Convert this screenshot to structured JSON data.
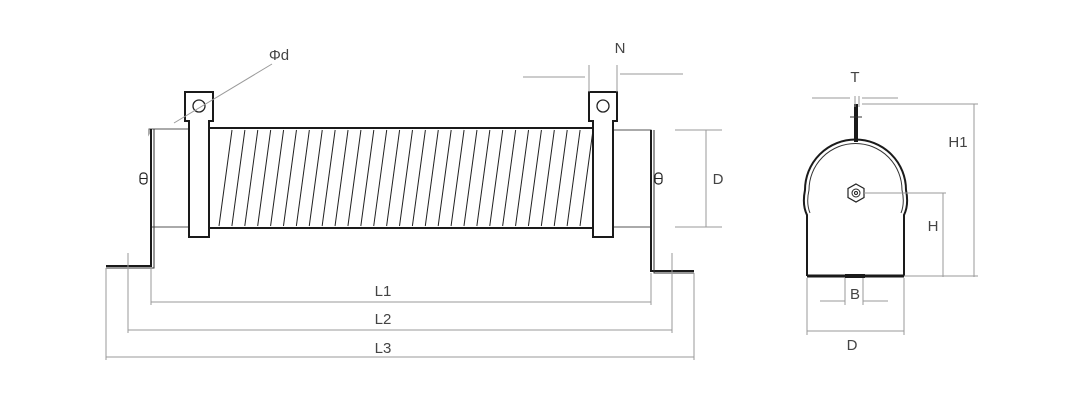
{
  "side_view": {
    "labels": {
      "hole_diameter": "Φd",
      "terminal_width": "N",
      "diameter": "D",
      "length_1": "L1",
      "length_2": "L2",
      "length_3": "L3"
    },
    "coil_turns": 29
  },
  "end_view": {
    "labels": {
      "terminal_thickness": "T",
      "total_height": "H1",
      "center_height": "H",
      "base_slot": "B",
      "diameter": "D"
    }
  },
  "colors": {
    "outline": "#1a1a1a",
    "dimension": "#9a9a9a",
    "label": "#444444"
  }
}
